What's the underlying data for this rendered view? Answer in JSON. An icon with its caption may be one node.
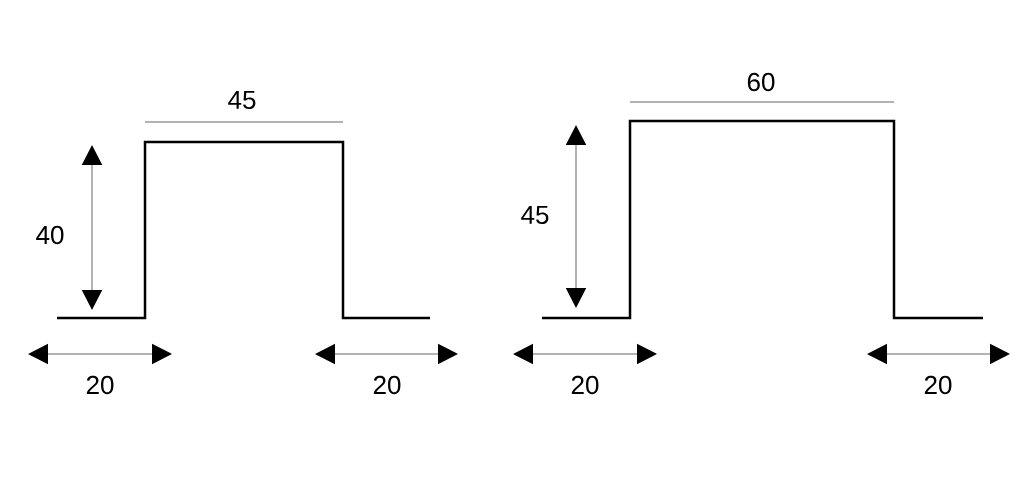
{
  "diagram": {
    "labels": [
      "45",
      "40",
      "20",
      "20",
      "60",
      "45",
      "20",
      "20"
    ]
  }
}
